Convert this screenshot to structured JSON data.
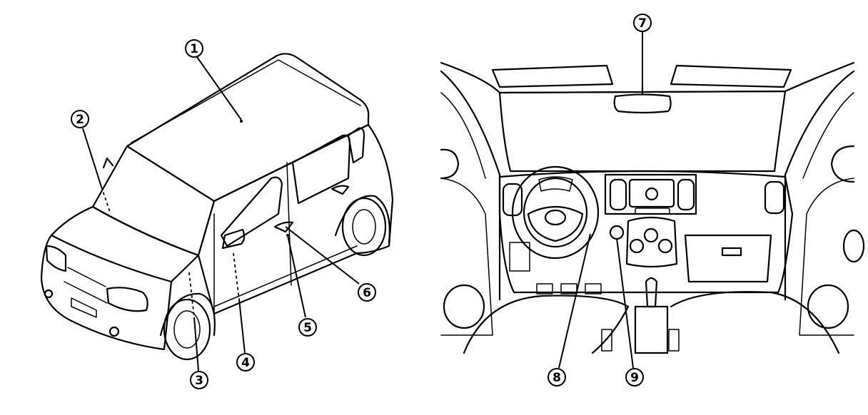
{
  "callouts": [
    {
      "id": "1",
      "label": "1"
    },
    {
      "id": "2",
      "label": "2"
    },
    {
      "id": "3",
      "label": "3"
    },
    {
      "id": "4",
      "label": "4"
    },
    {
      "id": "5",
      "label": "5"
    },
    {
      "id": "6",
      "label": "6"
    },
    {
      "id": "7",
      "label": "7"
    },
    {
      "id": "8",
      "label": "8"
    },
    {
      "id": "9",
      "label": "9"
    }
  ],
  "panels": {
    "exterior": "vehicle-exterior",
    "interior": "vehicle-interior"
  }
}
